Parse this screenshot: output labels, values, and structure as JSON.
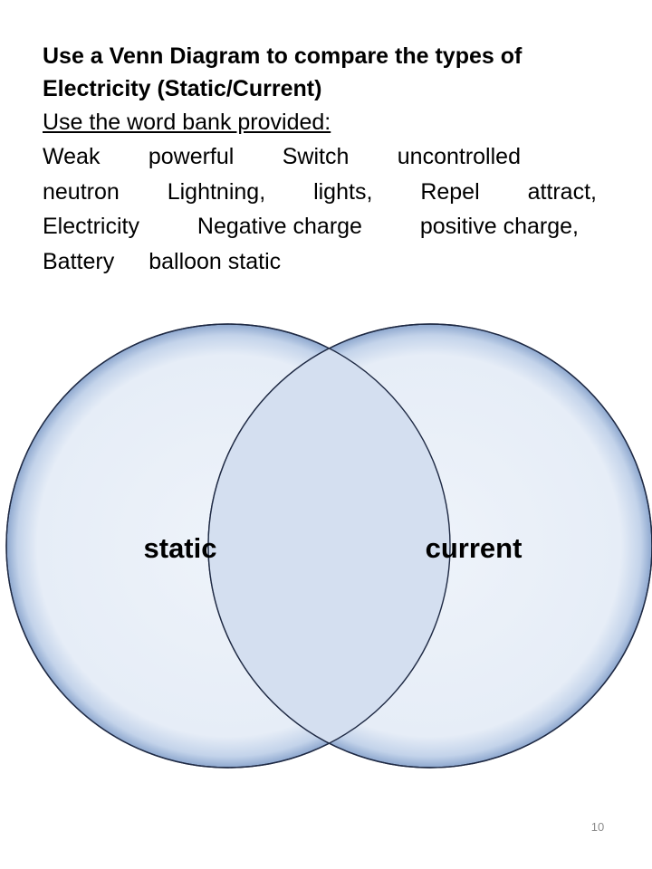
{
  "heading_lines": [
    "Use a Venn Diagram to compare the types of",
    "Electricity (Static/Current)"
  ],
  "instruction": "Use the word bank provided:",
  "word_bank": {
    "line1": [
      "Weak",
      "powerful",
      "Switch",
      "uncontrolled"
    ],
    "line2": [
      "neutron",
      "Lightning,",
      "lights,",
      "Repel",
      "attract,"
    ],
    "line3": [
      "Electricity",
      "Negative charge",
      "positive charge,"
    ],
    "line4": [
      "Battery",
      "balloon static"
    ]
  },
  "venn": {
    "left_label": "static",
    "right_label": "current",
    "colors": {
      "circle_fill": "#e8eef8",
      "circle_edge": "#9bb3d6",
      "overlap_fill": "#d5e0f0",
      "outline": "#1f2a44"
    }
  },
  "page_number": "10"
}
